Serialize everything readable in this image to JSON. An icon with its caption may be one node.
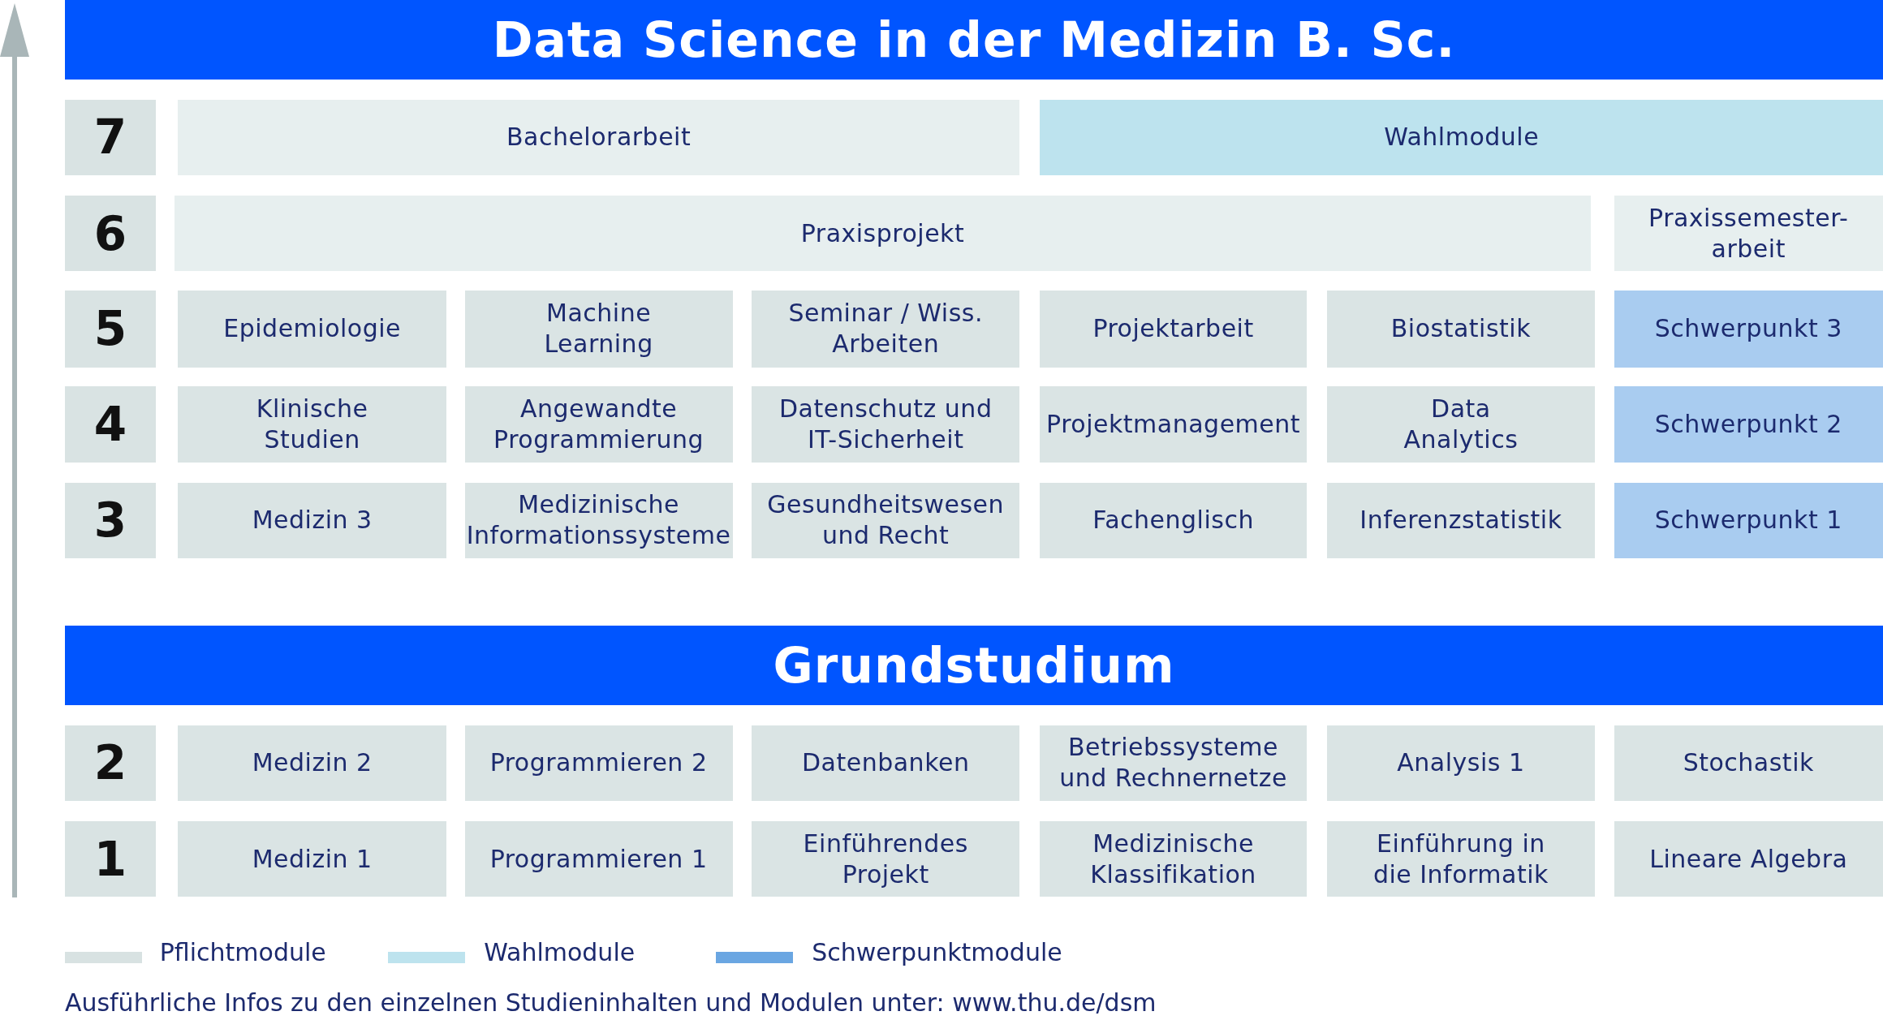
{
  "diagram": {
    "nodes": [
      {
        "text": [
          "Data Science in der Medizin B. Sc."
        ]
      },
      {
        "text": [
          "7"
        ]
      },
      {
        "text": [
          "Bachelorarbeit"
        ]
      },
      {
        "text": [
          "Wahlmodule"
        ]
      },
      {
        "text": [
          "6"
        ]
      },
      {
        "text": [
          "Praxisprojekt"
        ]
      },
      {
        "text": [
          "Praxissemester- arbeit"
        ]
      },
      {
        "text": [
          "5"
        ]
      },
      {
        "text": [
          "Epidemiologie"
        ]
      },
      {
        "text": [
          "Machine Learning"
        ]
      },
      {
        "text": [
          "Seminar / Wiss. Arbeiten"
        ]
      },
      {
        "text": [
          "Projektarbeit"
        ]
      },
      {
        "text": [
          "Biostatistik"
        ]
      },
      {
        "text": [
          "Schwerpunkt 3"
        ]
      },
      {
        "text": [
          "4"
        ]
      },
      {
        "text": [
          "Klinische Studien"
        ]
      },
      {
        "text": [
          "Angewandte Programmierung"
        ]
      },
      {
        "text": [
          "Datenschutz und IT-Sicherheit"
        ]
      },
      {
        "text": [
          "Projektmanagement"
        ]
      },
      {
        "text": [
          "Data Analytics"
        ]
      },
      {
        "text": [
          "Schwerpunkt 2"
        ]
      },
      {
        "text": [
          "3"
        ]
      },
      {
        "text": [
          "Medizin 3"
        ]
      },
      {
        "text": [
          "Medizinische Informationssysteme"
        ]
      },
      {
        "text": [
          "Gesundheitswesen und Recht"
        ]
      },
      {
        "text": [
          "Fachenglisch"
        ]
      },
      {
        "text": [
          "Inferenzstatistik"
        ]
      },
      {
        "text": [
          "Schwerpunkt 1"
        ]
      },
      {
        "text": [
          "Grundstudium"
        ]
      },
      {
        "text": [
          "2"
        ]
      },
      {
        "text": [
          "Medizin 2"
        ]
      },
      {
        "text": [
          "Programmieren 2"
        ]
      },
      {
        "text": [
          "Datenbanken"
        ]
      },
      {
        "text": [
          "Betriebssysteme und Rechnernetze"
        ]
      },
      {
        "text": [
          "Analysis 1"
        ]
      },
      {
        "text": [
          "Stochastik"
        ]
      },
      {
        "text": [
          "1"
        ]
      },
      {
        "text": [
          "Medizin 1"
        ]
      },
      {
        "text": [
          "Programmieren 1"
        ]
      },
      {
        "text": [
          "Einführendes Projekt"
        ]
      },
      {
        "text": [
          "Medizinische Klassifikation"
        ]
      },
      {
        "text": [
          "Einführung in die Informatik"
        ]
      },
      {
        "text": [
          "Lineare Algebra"
        ]
      }
    ],
    "labels": [
      "Ausführliche Infos zu den einzelnen Studieninhalten und Modulen unter: www.thu.de/dsm"
    ],
    "legend": [
      {
        "text": "Pflichtmodule",
        "color": "#d8e2e2"
      },
      {
        "text": "Wahlmodule",
        "color": "#bde3ee"
      },
      {
        "text": "Schwerpunktmodule",
        "color": "#6aa6e2"
      }
    ]
  }
}
